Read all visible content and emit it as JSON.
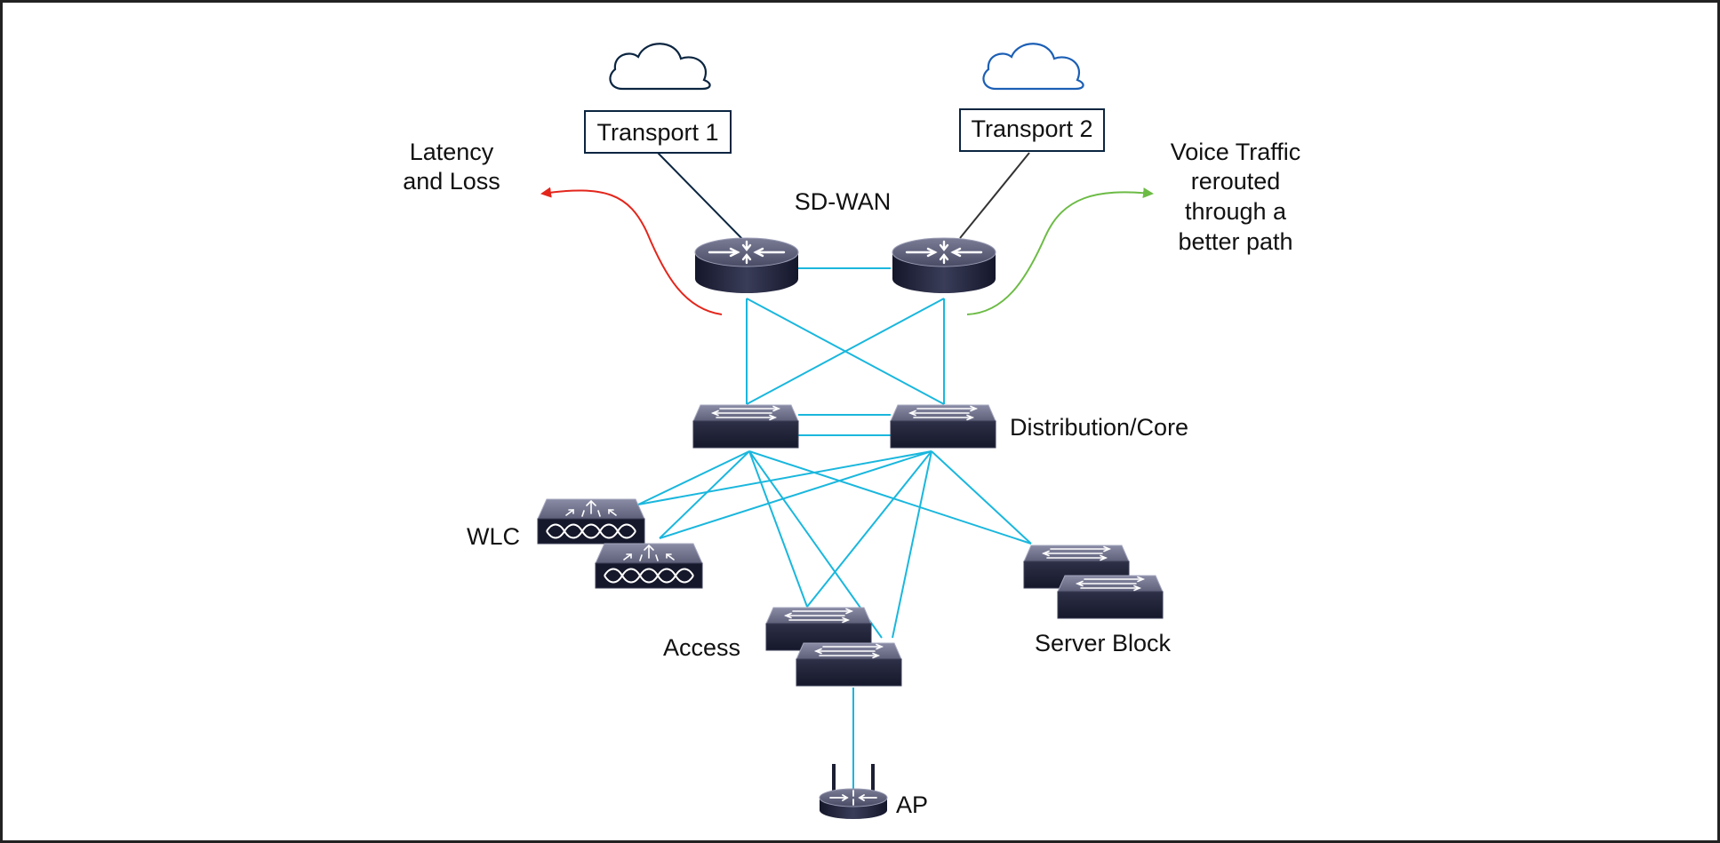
{
  "diagram": {
    "labels": {
      "transport_1": "Transport 1",
      "transport_2": "Transport 2",
      "sdwan": "SD-WAN",
      "latency_line1": "Latency",
      "latency_line2": "and Loss",
      "voice_line1": "Voice Traffic",
      "voice_line2": "rerouted",
      "voice_line3": "through a",
      "voice_line4": "better path",
      "distribution_core": "Distribution/Core",
      "wlc": "WLC",
      "access": "Access",
      "server_block": "Server Block",
      "ap": "AP"
    },
    "colors": {
      "link": "#1ab7dd",
      "loss_arrow": "#e3261c",
      "reroute_arrow": "#6cbb45",
      "cloud_1": "#0b2540",
      "cloud_2": "#1c5fb5",
      "device_top": "#5d5f7a",
      "device_body": "#1c1f33",
      "frame": "#222222"
    },
    "icons": {
      "cloud": "cloud-icon",
      "router": "router-icon",
      "switch": "switch-icon",
      "wlc": "wireless-controller-icon",
      "ap": "access-point-icon"
    }
  }
}
